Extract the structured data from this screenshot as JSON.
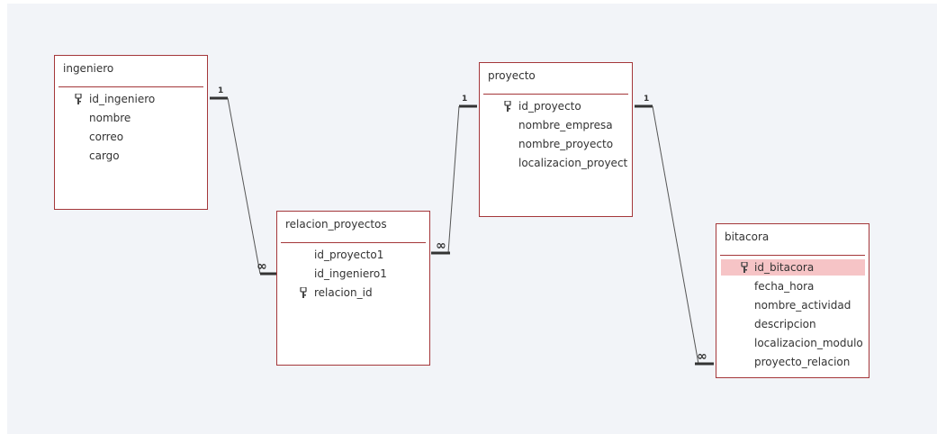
{
  "tables": {
    "ingeniero": {
      "title": "ingeniero",
      "fields": [
        "id_ingeniero",
        "nombre",
        "correo",
        "cargo"
      ]
    },
    "relacion_proyectos": {
      "title": "relacion_proyectos",
      "fields": [
        "id_proyecto1",
        "id_ingeniero1",
        "relacion_id"
      ]
    },
    "proyecto": {
      "title": "proyecto",
      "fields": [
        "id_proyecto",
        "nombre_empresa",
        "nombre_proyecto",
        "localizacion_proyect"
      ]
    },
    "bitacora": {
      "title": "bitacora",
      "fields": [
        "id_bitacora",
        "fecha_hora",
        "nombre_actividad",
        "descripcion",
        "localizacion_modulo",
        "proyecto_relacion"
      ]
    }
  },
  "relationships": [
    {
      "from": "ingeniero",
      "to": "relacion_proyectos",
      "one_label": "1",
      "many_label": "∞"
    },
    {
      "from": "proyecto",
      "to": "relacion_proyectos",
      "one_label": "1",
      "many_label": "∞"
    },
    {
      "from": "proyecto",
      "to": "bitacora",
      "one_label": "1",
      "many_label": "∞"
    }
  ],
  "primary_key_icon": "key-icon",
  "selected_field": "bitacora.id_bitacora",
  "colors": {
    "table_border": "#a4373a",
    "selection": "#f6c4c6",
    "canvas": "#f2f4f8",
    "line": "#555555"
  }
}
